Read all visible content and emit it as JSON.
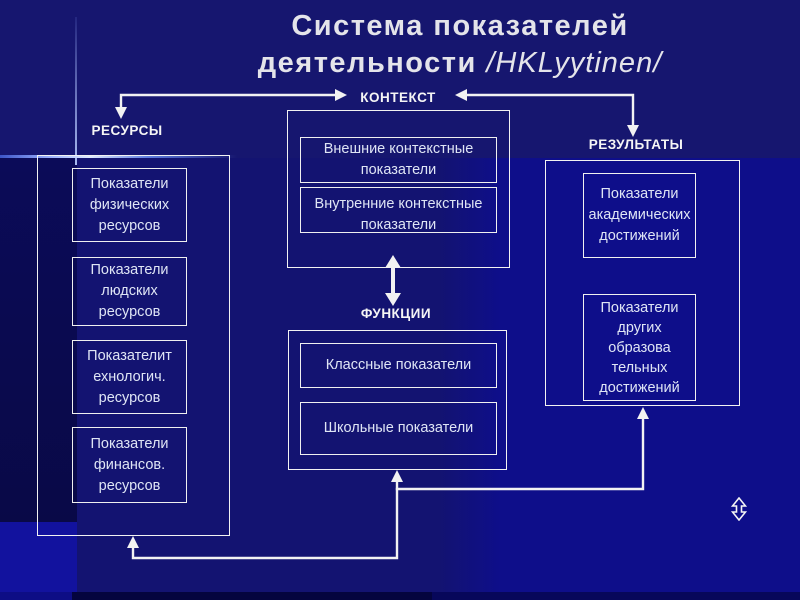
{
  "slide": {
    "title_line1": "Система показателей",
    "title_line2_bold": "деятельности",
    "title_line2_italic": "/HKLyytinen/",
    "colors": {
      "background": "#131371",
      "background_bright_right": "#0e0e8a",
      "background_dark_left_strip": "#0a0a55",
      "background_bottom_left_patch": "#1212a0",
      "connector_line": "#f2f2f2",
      "box_border": "#f0f0f0",
      "text": "#dfe5f5",
      "accent_line": "#a9bbf2"
    }
  },
  "diagram": {
    "context": {
      "label": "КОНТЕКСТ",
      "items": [
        "Внешние контекстные показатели",
        "Внутренние контекстные показатели"
      ]
    },
    "resources": {
      "label": "РЕСУРСЫ",
      "items": [
        "Показатели физических ресурсов",
        "Показатели людских ресурсов",
        "Показателит ехнологич. ресурсов",
        "Показатели финансов. ресурсов"
      ]
    },
    "functions": {
      "label": "ФУНКЦИИ",
      "items": [
        "Классные показатели",
        "Школьные показатели"
      ]
    },
    "results": {
      "label": "РЕЗУЛЬТАТЫ",
      "items": [
        "Показатели академических достижений",
        "Показатели других образова тельных достижений"
      ]
    }
  },
  "icons": {
    "nav": "updown-nav-icon"
  }
}
